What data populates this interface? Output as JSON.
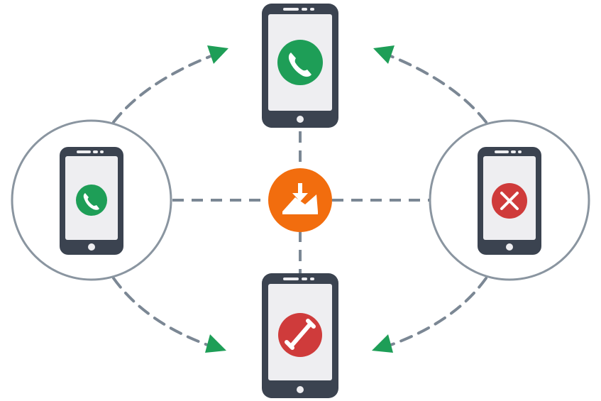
{
  "diagram": {
    "hub": {
      "icon": "download-tray-icon",
      "color": "#F26D0E"
    },
    "phones": [
      {
        "id": "top",
        "icon": "phone-call-icon",
        "badge_color": "#1E9E57",
        "framed": false
      },
      {
        "id": "left",
        "icon": "phone-call-icon",
        "badge_color": "#1E9E57",
        "framed": true
      },
      {
        "id": "right",
        "icon": "close-x-icon",
        "badge_color": "#CF3B3B",
        "framed": true
      },
      {
        "id": "bottom",
        "icon": "hang-up-icon",
        "badge_color": "#CF3B3B",
        "framed": false
      }
    ],
    "colors": {
      "phone_body": "#3B4350",
      "phone_screen": "#EEEEF1",
      "connector": "#7B8794",
      "arrowhead": "#1E9E57",
      "circle_frame": "#8A95A0"
    }
  }
}
